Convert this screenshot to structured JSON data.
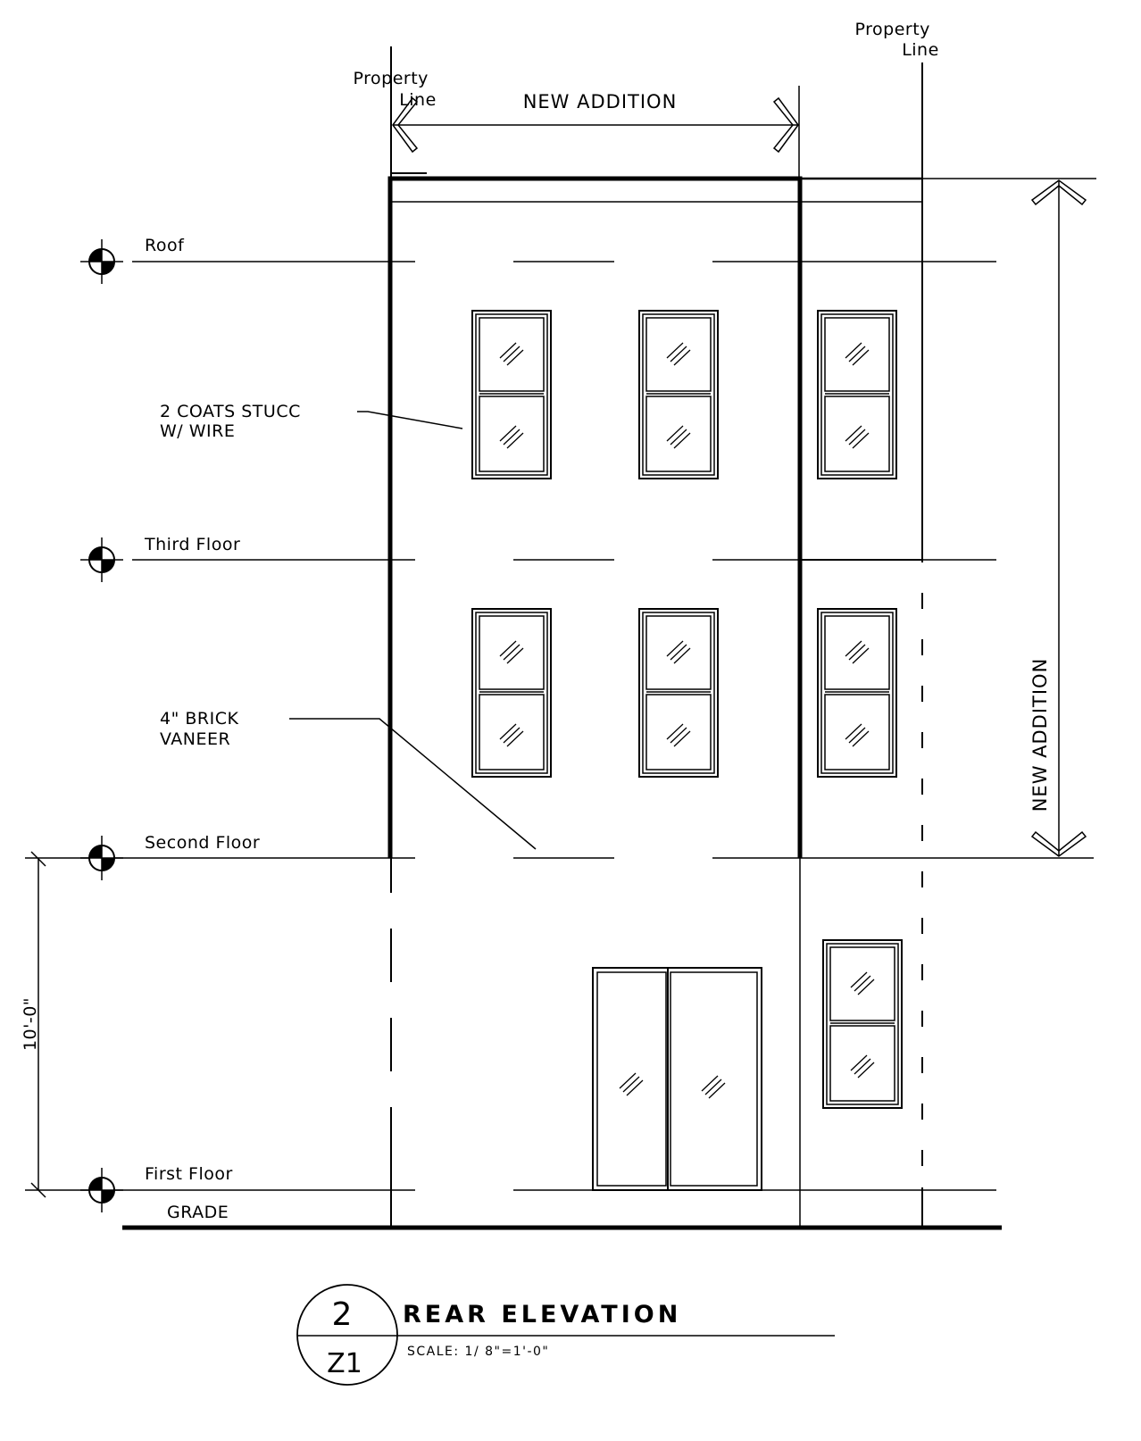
{
  "labels": {
    "property_line_left": [
      "Property",
      "Line"
    ],
    "property_line_right": [
      "Property",
      "Line"
    ],
    "new_addition_top": "NEW ADDITION",
    "new_addition_side": "NEW ADDITION",
    "levels": {
      "roof": "Roof",
      "third_floor": "Third Floor",
      "second_floor": "Second Floor",
      "first_floor": "First Floor",
      "grade": "GRADE"
    },
    "callouts": {
      "stucco": [
        "2 COATS STUCC",
        "W/  WIRE"
      ],
      "brick": [
        "4\" BRICK",
        "VANEER"
      ]
    },
    "dimension_height": "10'-0\""
  },
  "title_block": {
    "detail_number": "2",
    "sheet_number": "Z1",
    "title": "REAR ELEVATION",
    "scale": "SCALE: 1/ 8\"=1'-0\""
  }
}
